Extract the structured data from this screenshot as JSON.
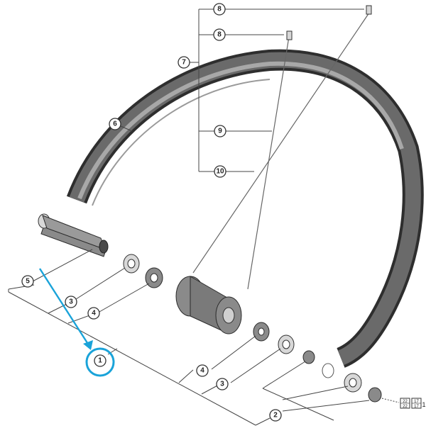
{
  "callouts": [
    {
      "id": "c8a",
      "label": "8"
    },
    {
      "id": "c8b",
      "label": "8"
    },
    {
      "id": "c7",
      "label": "7"
    },
    {
      "id": "c6",
      "label": "6"
    },
    {
      "id": "c9",
      "label": "9"
    },
    {
      "id": "c10",
      "label": "10"
    },
    {
      "id": "c5",
      "label": "5"
    },
    {
      "id": "c3a",
      "label": "3"
    },
    {
      "id": "c4a",
      "label": "4"
    },
    {
      "id": "c1",
      "label": "1"
    },
    {
      "id": "c4b",
      "label": "4"
    },
    {
      "id": "c3b",
      "label": "3"
    },
    {
      "id": "c2",
      "label": "2"
    }
  ],
  "tags": [
    {
      "top": "22",
      "bottom": "22"
    },
    {
      "top": "17",
      "bottom": "17"
    }
  ],
  "tag_trailing": "1",
  "highlight_color": "#1aa3d9"
}
